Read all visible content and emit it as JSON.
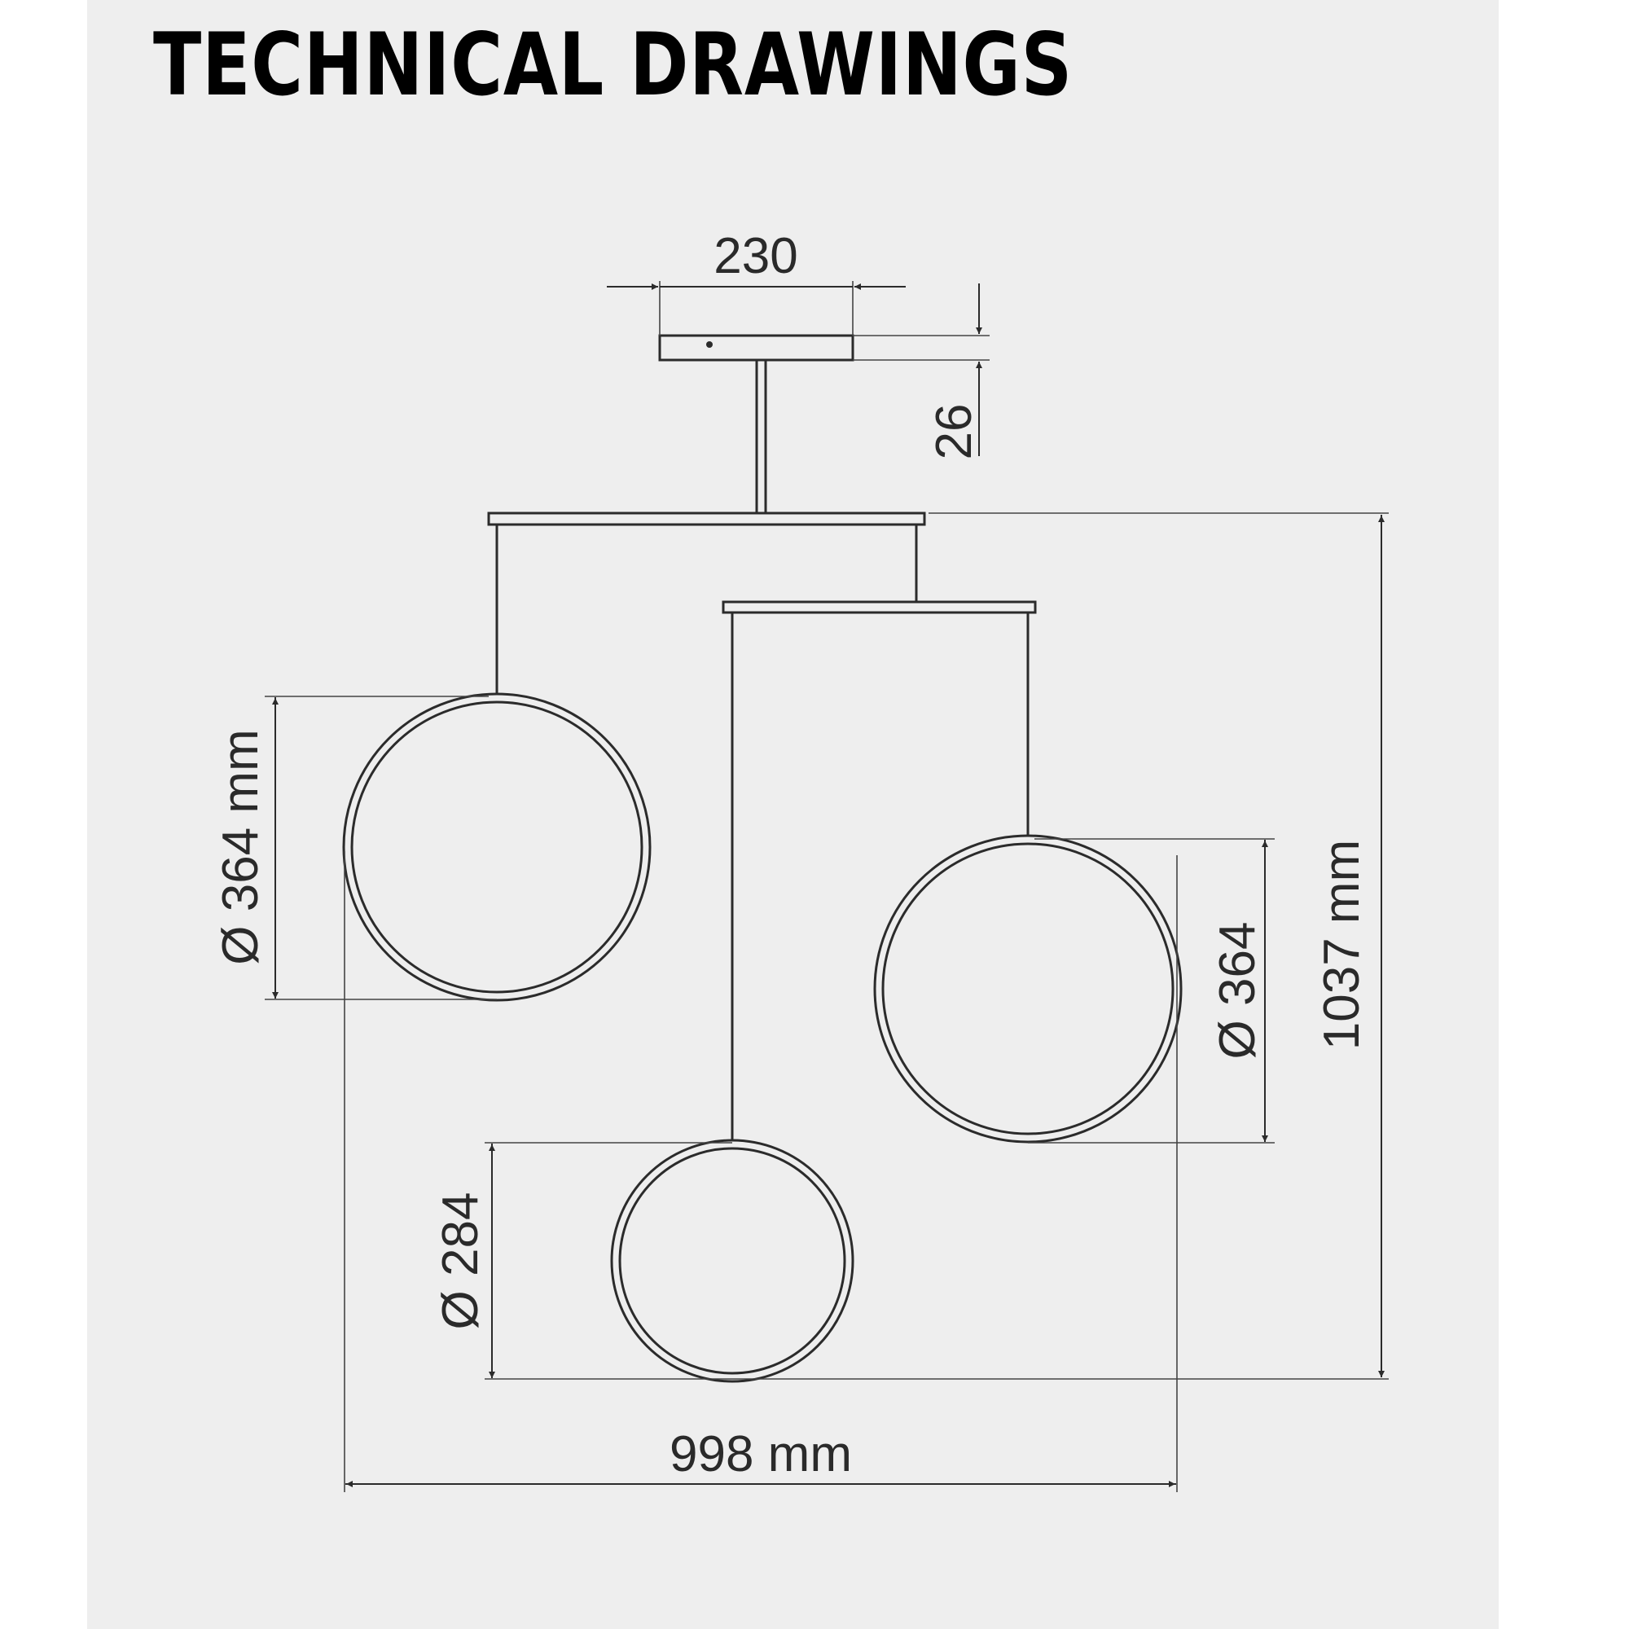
{
  "title": "TECHNICAL DRAWINGS",
  "dimensions": {
    "canopy_width": "230",
    "canopy_height": "26",
    "ring_left_diameter": "Ø 364 mm",
    "ring_right_diameter": "Ø 364",
    "ring_bottom_diameter": "Ø 284",
    "total_height": "1037 mm",
    "total_width": "998 mm"
  },
  "colors": {
    "panel": "#eeeeee",
    "line": "#2b2b2b"
  }
}
